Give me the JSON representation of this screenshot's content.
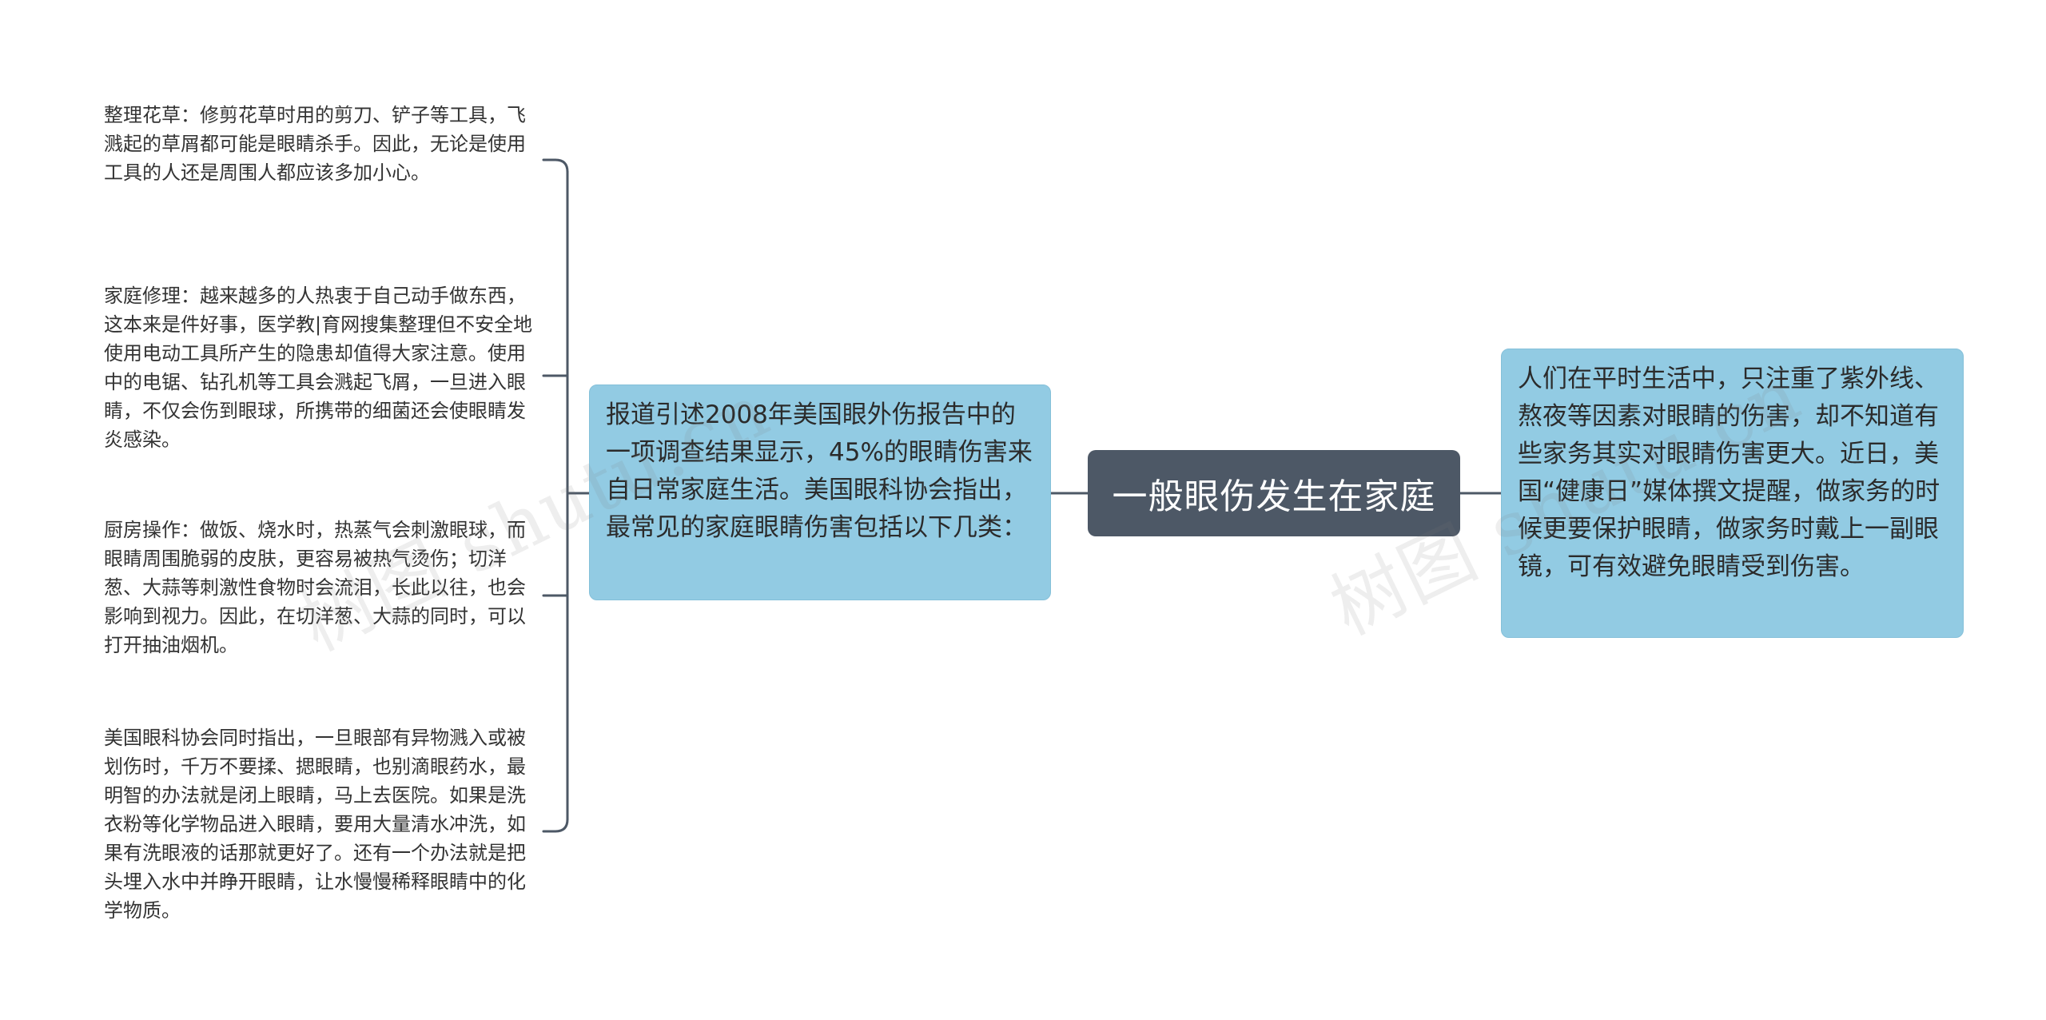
{
  "central": {
    "label": "一般眼伤发生在家庭"
  },
  "right": {
    "text": "人们在平时生活中，只注重了紫外线、熬夜等因素对眼睛的伤害，却不知道有些家务其实对眼睛伤害更大。近日，美国“健康日”媒体撰文提醒，做家务的时候更要保护眼睛，做家务时戴上一副眼镜，可有效避免眼睛受到伤害。"
  },
  "left": {
    "text": "报道引述2008年美国眼外伤报告中的一项调查结果显示，45%的眼睛伤害来自日常家庭生活。美国眼科协会指出，最常见的家庭眼睛伤害包括以下几类：",
    "leaves": [
      {
        "text": "整理花草：修剪花草时用的剪刀、铲子等工具，飞溅起的草屑都可能是眼睛杀手。因此，无论是使用工具的人还是周围人都应该多加小心。"
      },
      {
        "text": "家庭修理：越来越多的人热衷于自己动手做东西，这本来是件好事，医学教|育网搜集整理但不安全地使用电动工具所产生的隐患却值得大家注意。使用中的电锯、钻孔机等工具会溅起飞屑，一旦进入眼睛，不仅会伤到眼球，所携带的细菌还会使眼睛发炎感染。"
      },
      {
        "text": "厨房操作：做饭、烧水时，热蒸气会刺激眼球，而眼睛周围脆弱的皮肤，更容易被热气烫伤；切洋葱、大蒜等刺激性食物时会流泪，长此以往，也会影响到视力。因此，在切洋葱、大蒜的同时，可以打开抽油烟机。"
      },
      {
        "text": "美国眼科协会同时指出，一旦眼部有异物溅入或被划伤时，千万不要揉、揌眼睛，也别滴眼药水，最明智的办法就是闭上眼睛，马上去医院。如果是洗衣粉等化学物品进入眼睛，要用大量清水冲洗，如果有洗眼液的话那就更好了。还有一个办法就是把头埋入水中并睁开眼睛，让水慢慢稀释眼睛中的化学物质。"
      }
    ]
  },
  "watermark": {
    "text": "树图 shutu.cn"
  },
  "colors": {
    "central_bg": "#4d5866",
    "box_bg": "#92cbe3",
    "connector": "#4d5866"
  }
}
